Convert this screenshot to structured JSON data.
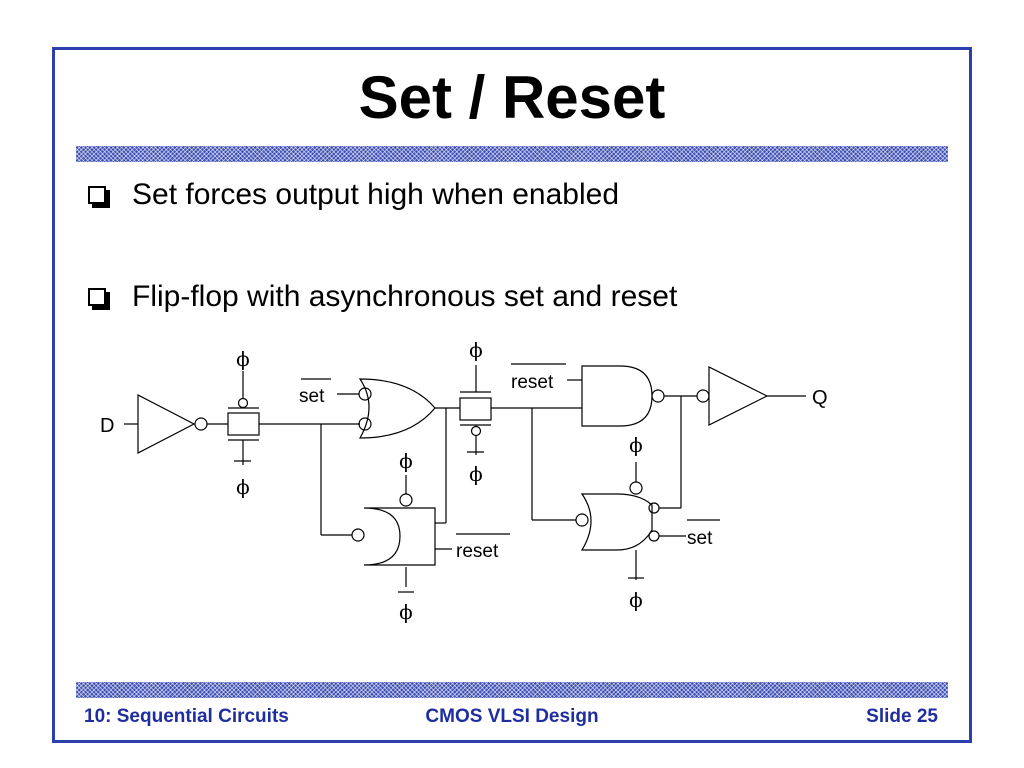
{
  "slide": {
    "title": "Set / Reset",
    "bullets": [
      "Set forces output high when enabled",
      "Flip-flop with asynchronous set and reset"
    ],
    "footer": {
      "left": "10: Sequential Circuits",
      "center": "CMOS VLSI Design",
      "right": "Slide 25"
    }
  },
  "diagram": {
    "labels": {
      "d": "D",
      "q": "Q",
      "set": "set",
      "reset": "reset",
      "phi": "ϕ"
    },
    "colors": {
      "frame": "#2b3fae",
      "footer_text": "#1f2e9e",
      "hatch": "#3a4bb3"
    }
  }
}
